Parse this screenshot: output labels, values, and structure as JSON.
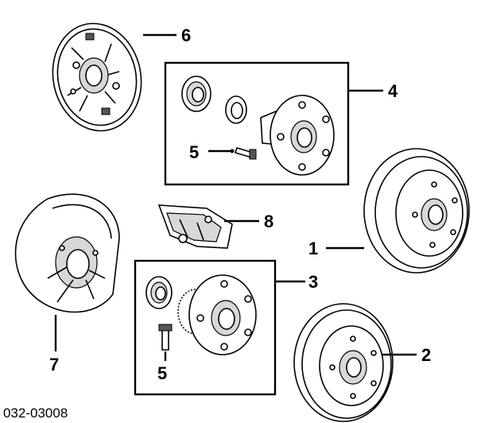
{
  "callouts": {
    "c1": "1",
    "c2": "2",
    "c3": "3",
    "c4": "4",
    "c5a": "5",
    "c5b": "5",
    "c6": "6",
    "c7": "7",
    "c8": "8"
  },
  "figure_code": "032-03008"
}
